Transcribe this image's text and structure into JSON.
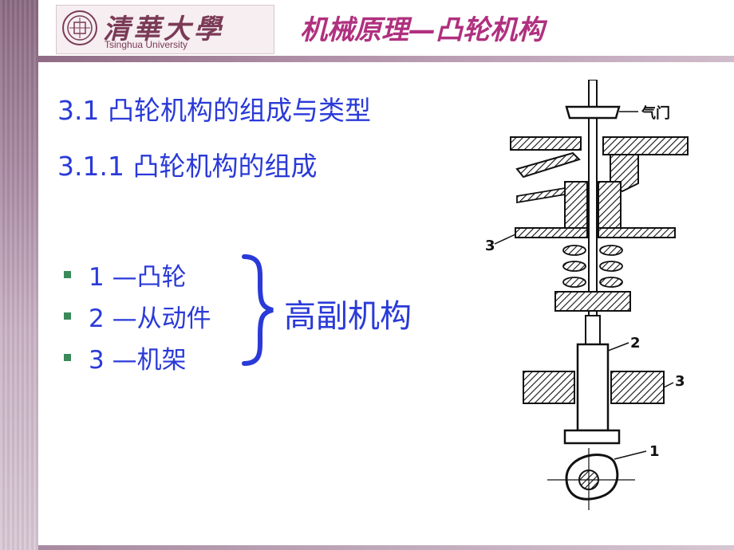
{
  "header": {
    "logo_cn": "清華大學",
    "logo_en": "Tsinghua University",
    "title": "机械原理—凸轮机构"
  },
  "content": {
    "heading": "3.1  凸轮机构的组成与类型",
    "subheading": "3.1.1  凸轮机构的组成",
    "list": [
      {
        "label": "1 —凸轮"
      },
      {
        "label": "2 —从动件"
      },
      {
        "label": "3 —机架"
      }
    ],
    "group_label": "高副机构"
  },
  "figure": {
    "labels": {
      "valve": "气门",
      "part3_upper": "3",
      "part2": "2",
      "part3_lower": "3",
      "part1": "1"
    }
  },
  "colors": {
    "heading": "#2a3ad8",
    "header_title": "#b0307f",
    "bullet": "#3a8a5a"
  }
}
